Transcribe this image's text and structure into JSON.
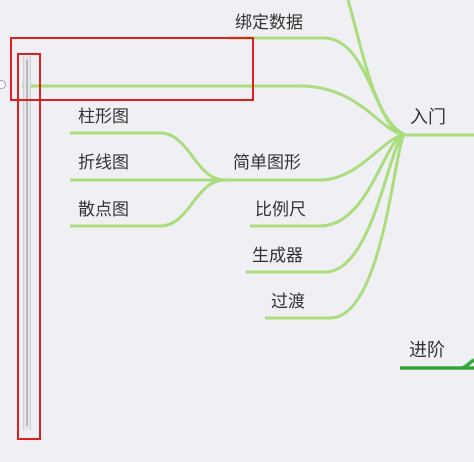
{
  "mindmap": {
    "colors": {
      "branch": "#a9dd7d",
      "branch_dark": "#34a83a",
      "label": "#333333",
      "selection": "#e02020",
      "background": "#f0eff4"
    },
    "nodes": {
      "bind_data": "绑定数据",
      "intro": "入门",
      "bar_chart": "柱形图",
      "line_chart": "折线图",
      "simple_shapes": "简单图形",
      "scatter_chart": "散点图",
      "scale": "比例尺",
      "generator": "生成器",
      "transition": "过渡",
      "advanced": "进阶"
    }
  }
}
